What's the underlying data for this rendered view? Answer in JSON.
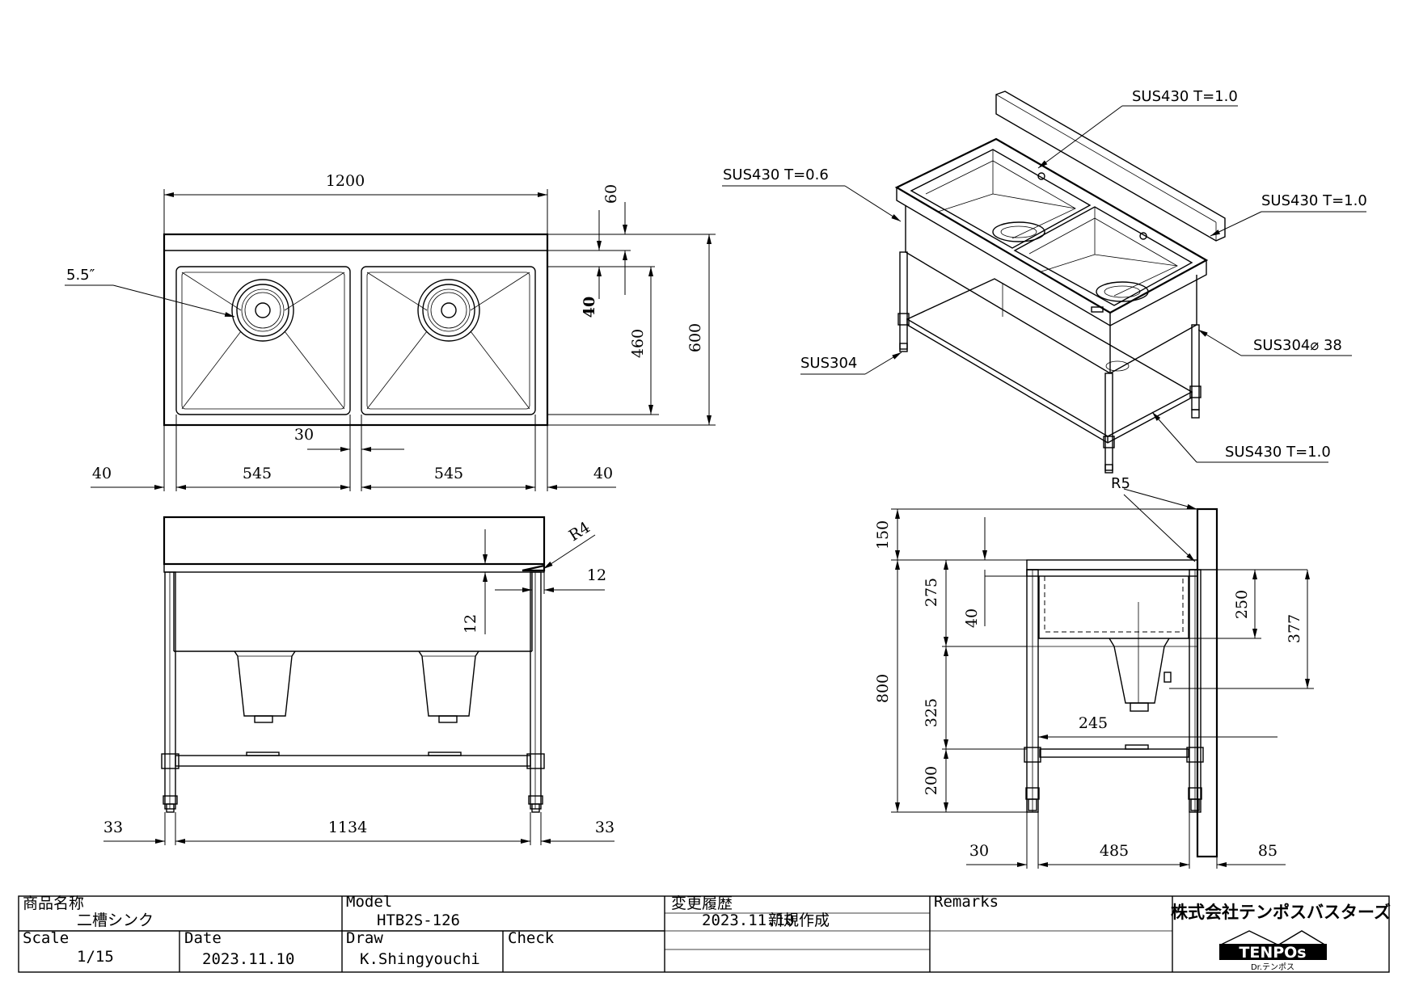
{
  "dimensions": {
    "top_width": "1200",
    "backsplash": "60",
    "depth": "600",
    "bowl_depth": "460",
    "edge_40": "40",
    "drain": "5.5″",
    "gap": "30",
    "bowl_left": "545",
    "bowl_right": "545",
    "side_left": "40",
    "side_right": "40",
    "radius_front": "R4",
    "lip_12_h": "12",
    "lip_12_v": "12",
    "leg_left": "33",
    "leg_span": "1134",
    "leg_right": "33",
    "radius_side": "R5",
    "back_h": "150",
    "total_h": "800",
    "h_275": "275",
    "h_325": "325",
    "h_200": "200",
    "h_40": "40",
    "bowl_h": "250",
    "drain_h": "377",
    "drain_off": "245",
    "side_30": "30",
    "side_485": "485",
    "side_85": "85"
  },
  "materials": {
    "back": "SUS430 T=1.0",
    "top": "SUS430 T=0.6",
    "side": "SUS430 T=1.0",
    "foot": "SUS304",
    "leg": "SUS304⌀ 38",
    "shelf": "SUS430 T=1.0"
  },
  "title_block": {
    "product_caption": "商品名称",
    "product_name": "二槽シンク",
    "model_caption": "Model",
    "model": "HTB2S-126",
    "history_caption": "変更履歴",
    "history_date": "2023.11.10",
    "history_note": "新規作成",
    "remarks_caption": "Remarks",
    "company": "株式会社テンポスバスターズ",
    "logo_text": "TENPOs",
    "logo_sub": "Dr.テンポス",
    "scale_caption": "Scale",
    "scale": "1/15",
    "date_caption": "Date",
    "date": "2023.11.10",
    "draw_caption": "Draw",
    "drawer": "K.Shingyouchi",
    "check_caption": "Check"
  }
}
